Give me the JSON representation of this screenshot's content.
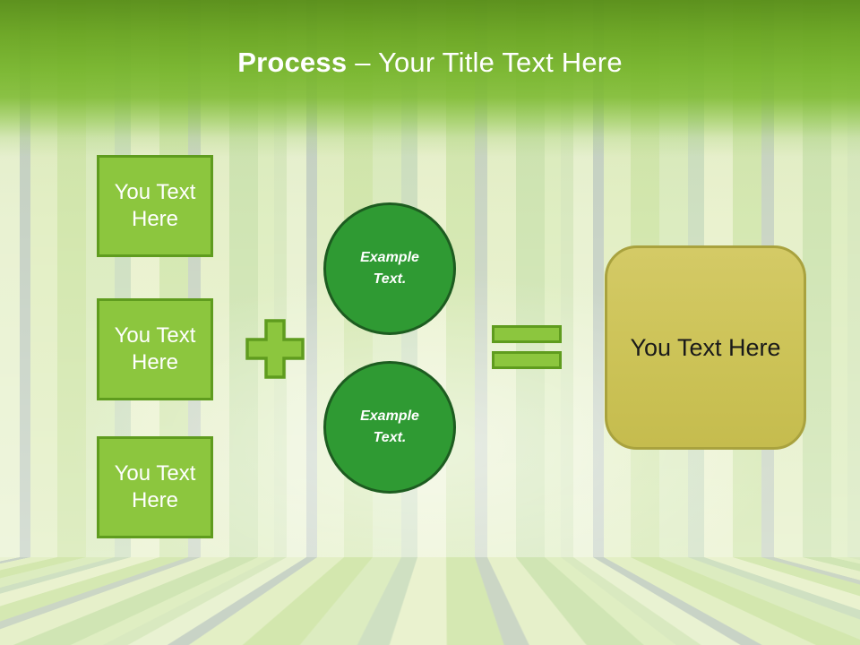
{
  "title": {
    "bold": "Process",
    "rest": "– Your Title Text Here"
  },
  "left_boxes": [
    {
      "label": "You Text Here"
    },
    {
      "label": "You Text Here"
    },
    {
      "label": "You Text Here"
    }
  ],
  "operators": {
    "plus": "+",
    "equals": "="
  },
  "circles": [
    {
      "label": "Example Text."
    },
    {
      "label": "Example Text."
    }
  ],
  "result_box": {
    "label": "You Text Here"
  },
  "colors": {
    "header_green_top": "#588e18",
    "header_green": "#74b42a",
    "accent_green_fill": "#8cc63e",
    "accent_green_border": "#5f9c1e",
    "circle_green_fill": "#2f9a33",
    "circle_green_border": "#1d5c20",
    "olive_fill": "#ccc357",
    "olive_border": "#a9a23e",
    "text_white": "#ffffff",
    "text_black": "#1a1a1a"
  }
}
